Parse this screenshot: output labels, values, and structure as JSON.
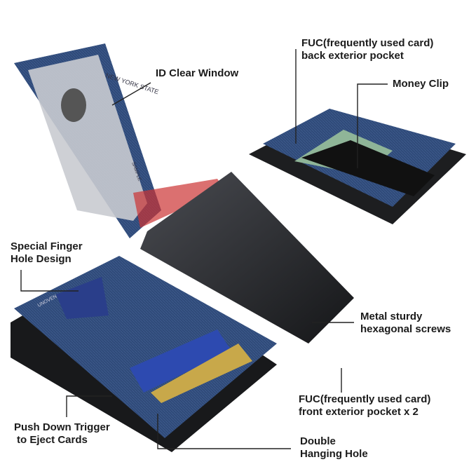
{
  "labels": {
    "id_window": "ID Clear Window",
    "back_pocket": [
      "FUC(frequently used card)",
      "back exterior pocket"
    ],
    "money_clip": "Money Clip",
    "finger_hole": [
      "Special Finger",
      "Hole Design"
    ],
    "screws": [
      "Metal sturdy",
      "hexagonal screws"
    ],
    "front_pocket": [
      "FUC(frequently used card)",
      "front exterior pocket x 2"
    ],
    "trigger": [
      "Push Down Trigger",
      "to Eject Cards"
    ],
    "hanging_hole": [
      "Double",
      "Hanging Hole"
    ]
  },
  "id_card": {
    "state": "NEW YORK STATE",
    "sample": "SAMPLE"
  },
  "brand": "UNOVEN",
  "colors": {
    "fabric": "#2f4a78",
    "metal": "#1e1f22",
    "line": "#222222"
  }
}
